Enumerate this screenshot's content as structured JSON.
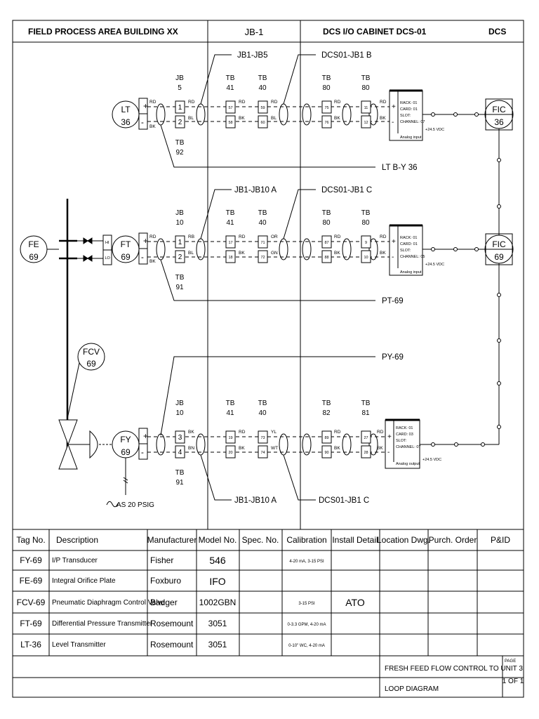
{
  "header": {
    "field_area": "FIELD PROCESS AREA BUILDING XX",
    "jb": "JB-1",
    "cabinet": "DCS I/O CABINET DCS-01",
    "dcs": "DCS"
  },
  "loop1": {
    "instrument": [
      "LT",
      "36"
    ],
    "cable_jb": "JB1-JB5",
    "cable_dcs": "DCS01-JB1 B",
    "cable_out": "LT B-Y 36",
    "tb_labels": [
      [
        "JB",
        "5"
      ],
      [
        "TB",
        "41"
      ],
      [
        "TB",
        "40"
      ],
      [
        "TB",
        "80"
      ],
      [
        "TB",
        "80"
      ]
    ],
    "tb_bottom": [
      "TB",
      "92"
    ],
    "terms": [
      [
        "1",
        "2"
      ],
      [
        "57",
        "58"
      ],
      [
        "59",
        "60"
      ],
      [
        "75",
        "76"
      ],
      [
        "11",
        "12"
      ]
    ],
    "wires": [
      [
        "RD",
        "BK"
      ],
      [
        "RD",
        "BL"
      ],
      [
        "RD",
        "BK"
      ],
      [
        "RD",
        "BL"
      ],
      [
        "RD",
        "BK"
      ],
      [
        "RD",
        "BK"
      ]
    ],
    "card": [
      "RACK: 01",
      "CARD: 01",
      "SLOT:",
      "CHANNEL: 07",
      "Analog input"
    ],
    "vdc": "+24.5 VDC",
    "controller": [
      "FIC",
      "36"
    ]
  },
  "loop2": {
    "instrument": [
      "FT",
      "69"
    ],
    "element": [
      "FE",
      "69"
    ],
    "hilo": [
      "HI",
      "LO"
    ],
    "cable_jb": "JB1-JB10 A",
    "cable_dcs": "DCS01-JB1 C",
    "cable_out": "PT-69",
    "tb_labels": [
      [
        "JB",
        "10"
      ],
      [
        "TB",
        "41"
      ],
      [
        "TB",
        "40"
      ],
      [
        "TB",
        "80"
      ],
      [
        "TB",
        "80"
      ]
    ],
    "tb_bottom": [
      "TB",
      "91"
    ],
    "terms": [
      [
        "1",
        "2"
      ],
      [
        "17",
        "18"
      ],
      [
        "71",
        "72"
      ],
      [
        "87",
        "88"
      ],
      [
        "9",
        "10"
      ]
    ],
    "wires": [
      [
        "RD",
        "BK"
      ],
      [
        "RB",
        "BL"
      ],
      [
        "RD",
        "BK"
      ],
      [
        "OR",
        "GN"
      ],
      [
        "RD",
        "BK"
      ],
      [
        "RD",
        "BK"
      ]
    ],
    "card": [
      "RACK: 01",
      "CARD: 01",
      "SLOT:",
      "CHANNEL: 05",
      "Analog input"
    ],
    "vdc": "+24.5 VDC",
    "controller": [
      "FIC",
      "69"
    ]
  },
  "loop3": {
    "instrument": [
      "FY",
      "69"
    ],
    "valve": [
      "FCV",
      "69"
    ],
    "cable_top": "PY-69",
    "cable_jb": "JB1-JB10 A",
    "cable_dcs": "DCS01-JB1 C",
    "tb_labels": [
      [
        "JB",
        "10"
      ],
      [
        "TB",
        "41"
      ],
      [
        "TB",
        "40"
      ],
      [
        "TB",
        "82"
      ],
      [
        "TB",
        "81"
      ]
    ],
    "tb_bottom": [
      "TB",
      "91"
    ],
    "terms": [
      [
        "3",
        "4"
      ],
      [
        "19",
        "20"
      ],
      [
        "73",
        "74"
      ],
      [
        "89",
        "90"
      ],
      [
        "27",
        "28"
      ]
    ],
    "wires": [
      [
        "BK",
        "BN"
      ],
      [
        "RD",
        "BK"
      ],
      [
        "YL",
        "WT"
      ],
      [
        "RD",
        "BK"
      ],
      [
        "RD",
        "BK"
      ]
    ],
    "card": [
      "RACK: 01",
      "CARD: 03",
      "SLOT:",
      "CHANNEL: 07",
      "Analog output"
    ],
    "vdc": "+24.5 VDC",
    "air": "AS 20 PSIG"
  },
  "table": {
    "headers": [
      "Tag No.",
      "Description",
      "Manufacturer",
      "Model No.",
      "Spec. No.",
      "Calibration",
      "Install Detail",
      "Location Dwg.",
      "Purch. Order",
      "P&ID"
    ],
    "rows": [
      [
        "FY-69",
        "I/P Transducer",
        "Fisher",
        "546",
        "",
        "4-20 mA, 3-15 PSI",
        "",
        "",
        "",
        ""
      ],
      [
        "FE-69",
        "Integral Orifice Plate",
        "Foxburo",
        "IFO",
        "",
        "",
        "",
        "",
        "",
        ""
      ],
      [
        "FCV-69",
        "Pneumatic Diaphragm Control Valve",
        "Badger",
        "1002GBN",
        "",
        "3-15 PSI",
        "ATO",
        "",
        "",
        ""
      ],
      [
        "FT-69",
        "Differential Pressure Transmitter",
        "Rosemount",
        "3051",
        "",
        "0-3.3 GPM, 4-20 mA",
        "",
        "",
        "",
        ""
      ],
      [
        "LT-36",
        "Level Transmitter",
        "Rosemount",
        "3051",
        "",
        "0-10\" WC, 4-20 mA",
        "",
        "",
        "",
        ""
      ]
    ]
  },
  "title_block": {
    "line1": "FRESH FEED FLOW CONTROL TO UNIT 3",
    "line2": "LOOP DIAGRAM",
    "page_label": "PAGE",
    "page": "1 OF 1"
  }
}
